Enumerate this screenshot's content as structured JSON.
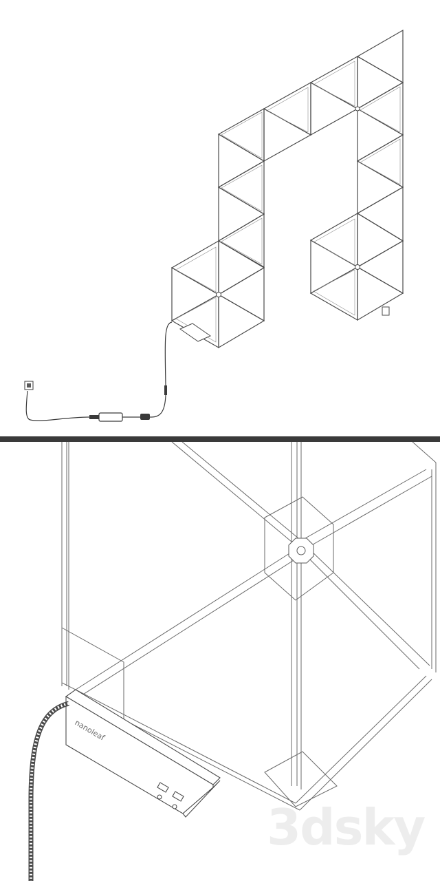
{
  "views": {
    "top": {
      "label": "assembled-panels-overview"
    },
    "bottom": {
      "label": "closeup-controller-detail"
    }
  },
  "controller": {
    "brand": "nanoleaf"
  },
  "watermark": {
    "text": "3dsky"
  },
  "colors": {
    "line": "#4a4a4a",
    "light_line": "#9a9a9a",
    "divider": "#3a3a3a",
    "background": "#ffffff"
  }
}
